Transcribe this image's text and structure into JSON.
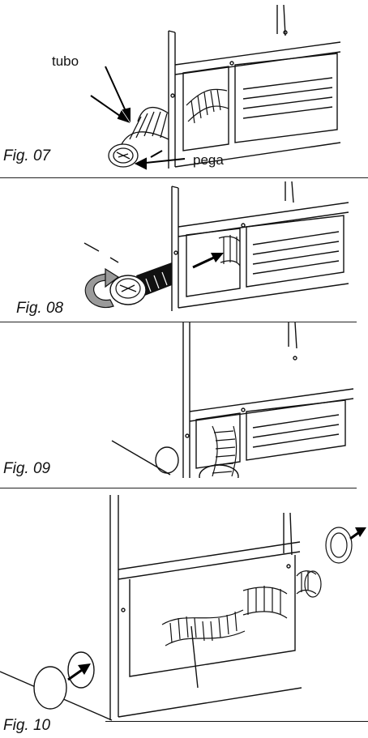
{
  "figures": [
    {
      "caption": "Fig. 07",
      "labels": {
        "hose": "tubo",
        "handle": "pega"
      }
    },
    {
      "caption": "Fig. 08"
    },
    {
      "caption": "Fig. 09"
    },
    {
      "caption": "Fig. 10"
    }
  ],
  "colors": {
    "line": "#111111",
    "shade": "#9a9a9a",
    "arrow": "#000000"
  }
}
